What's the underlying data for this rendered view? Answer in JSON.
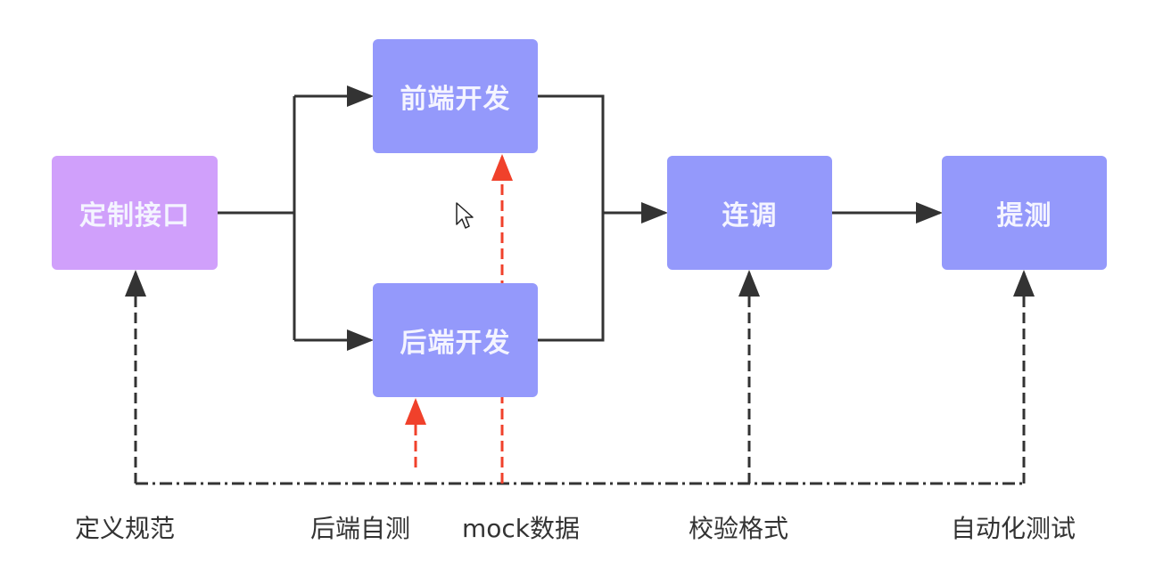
{
  "diagram": {
    "colors": {
      "start_node": "#d0a0fb",
      "process_node": "#9499fb",
      "node_text": "#f4f4ff",
      "flow_line": "#333333",
      "mock_line": "#f0412b",
      "support_line": "#333333"
    },
    "nodes": [
      {
        "id": "define",
        "label": "定制接口"
      },
      {
        "id": "frontend",
        "label": "前端开发"
      },
      {
        "id": "backend",
        "label": "后端开发"
      },
      {
        "id": "integrate",
        "label": "连调"
      },
      {
        "id": "submit",
        "label": "提测"
      }
    ],
    "edges": [
      {
        "from": "define",
        "to": "frontend",
        "style": "solid"
      },
      {
        "from": "define",
        "to": "backend",
        "style": "solid"
      },
      {
        "from": "frontend",
        "to": "integrate",
        "style": "solid"
      },
      {
        "from": "backend",
        "to": "integrate",
        "style": "solid"
      },
      {
        "from": "integrate",
        "to": "submit",
        "style": "solid"
      }
    ],
    "support_labels": [
      {
        "id": "spec",
        "label": "定义规范",
        "targets": "define"
      },
      {
        "id": "selftest",
        "label": "后端自测",
        "targets": "backend"
      },
      {
        "id": "mock",
        "label": "mock数据",
        "targets": "frontend"
      },
      {
        "id": "validate",
        "label": "校验格式",
        "targets": "integrate"
      },
      {
        "id": "autotest",
        "label": "自动化测试",
        "targets": "submit"
      }
    ]
  }
}
